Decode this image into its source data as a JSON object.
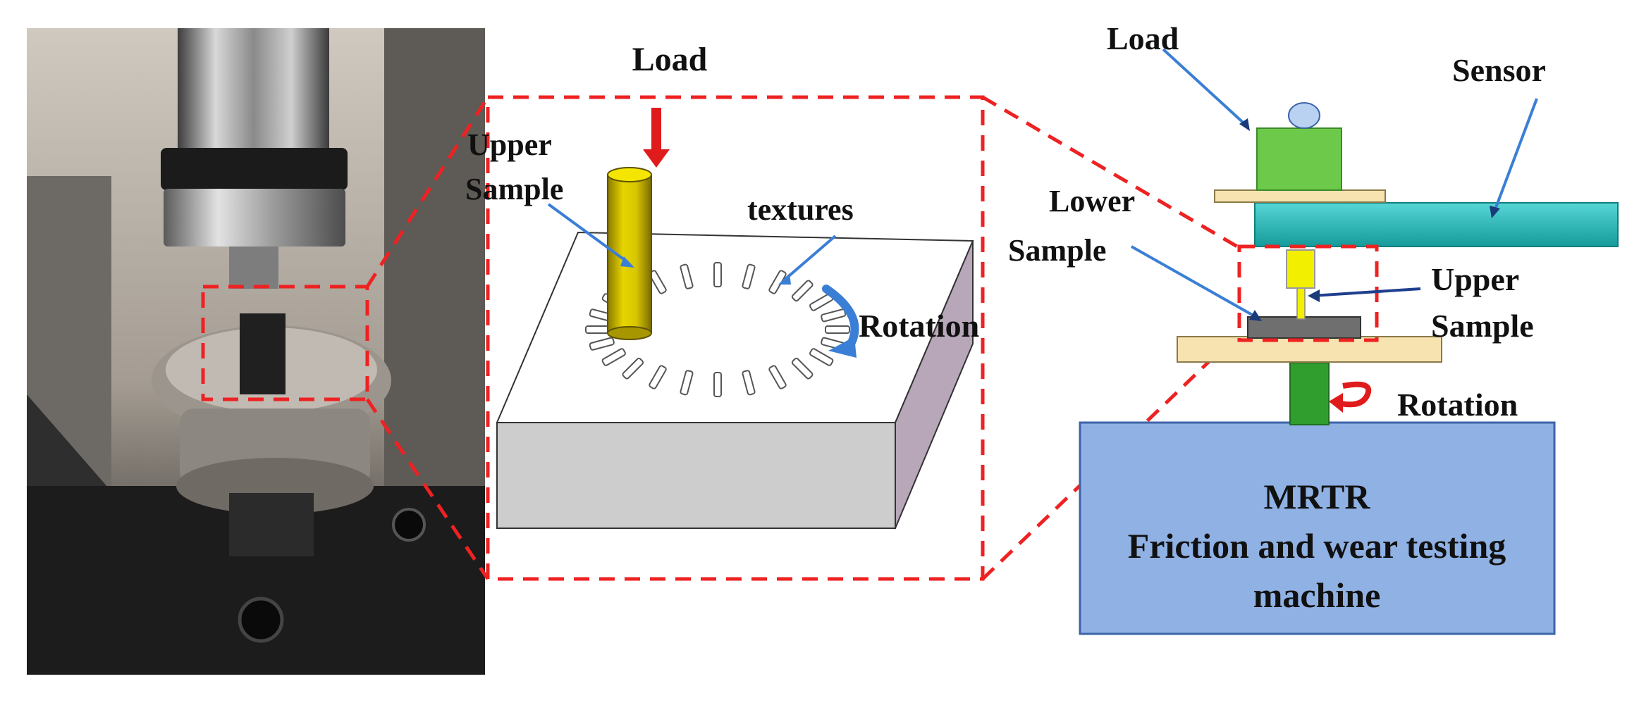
{
  "labels": {
    "load_center": "Load",
    "upper_sample_center_1": "Upper",
    "upper_sample_center_2": "Sample",
    "textures": "textures",
    "rotation_center": "Rotation",
    "load_right": "Load",
    "sensor": "Sensor",
    "lower_sample_1": "Lower",
    "lower_sample_2": "Sample",
    "upper_sample_right_1": "Upper",
    "upper_sample_right_2": "Sample",
    "rotation_right": "Rotation",
    "machine_line1": "MRTR",
    "machine_line2": "Friction and wear testing",
    "machine_line3": "machine"
  },
  "colors": {
    "callout_red": "#ee2222",
    "pointer_blue": "#3a7fd5",
    "load_arrow": "#e01b1b",
    "rod_yellow": "#c8b400",
    "block_top": "#ffffff",
    "block_front": "#cfcfcf",
    "block_side": "#b9a9b9",
    "machine_body": "#8fb1e4",
    "sensor_bar": "#35c0c0",
    "plate": "#f7e3b0",
    "green_block": "#6cc94a",
    "spindle_green": "#2f9e2f",
    "upper_holder_yellow": "#f2ef00",
    "lower_sample_gray": "#6f6f6f"
  }
}
